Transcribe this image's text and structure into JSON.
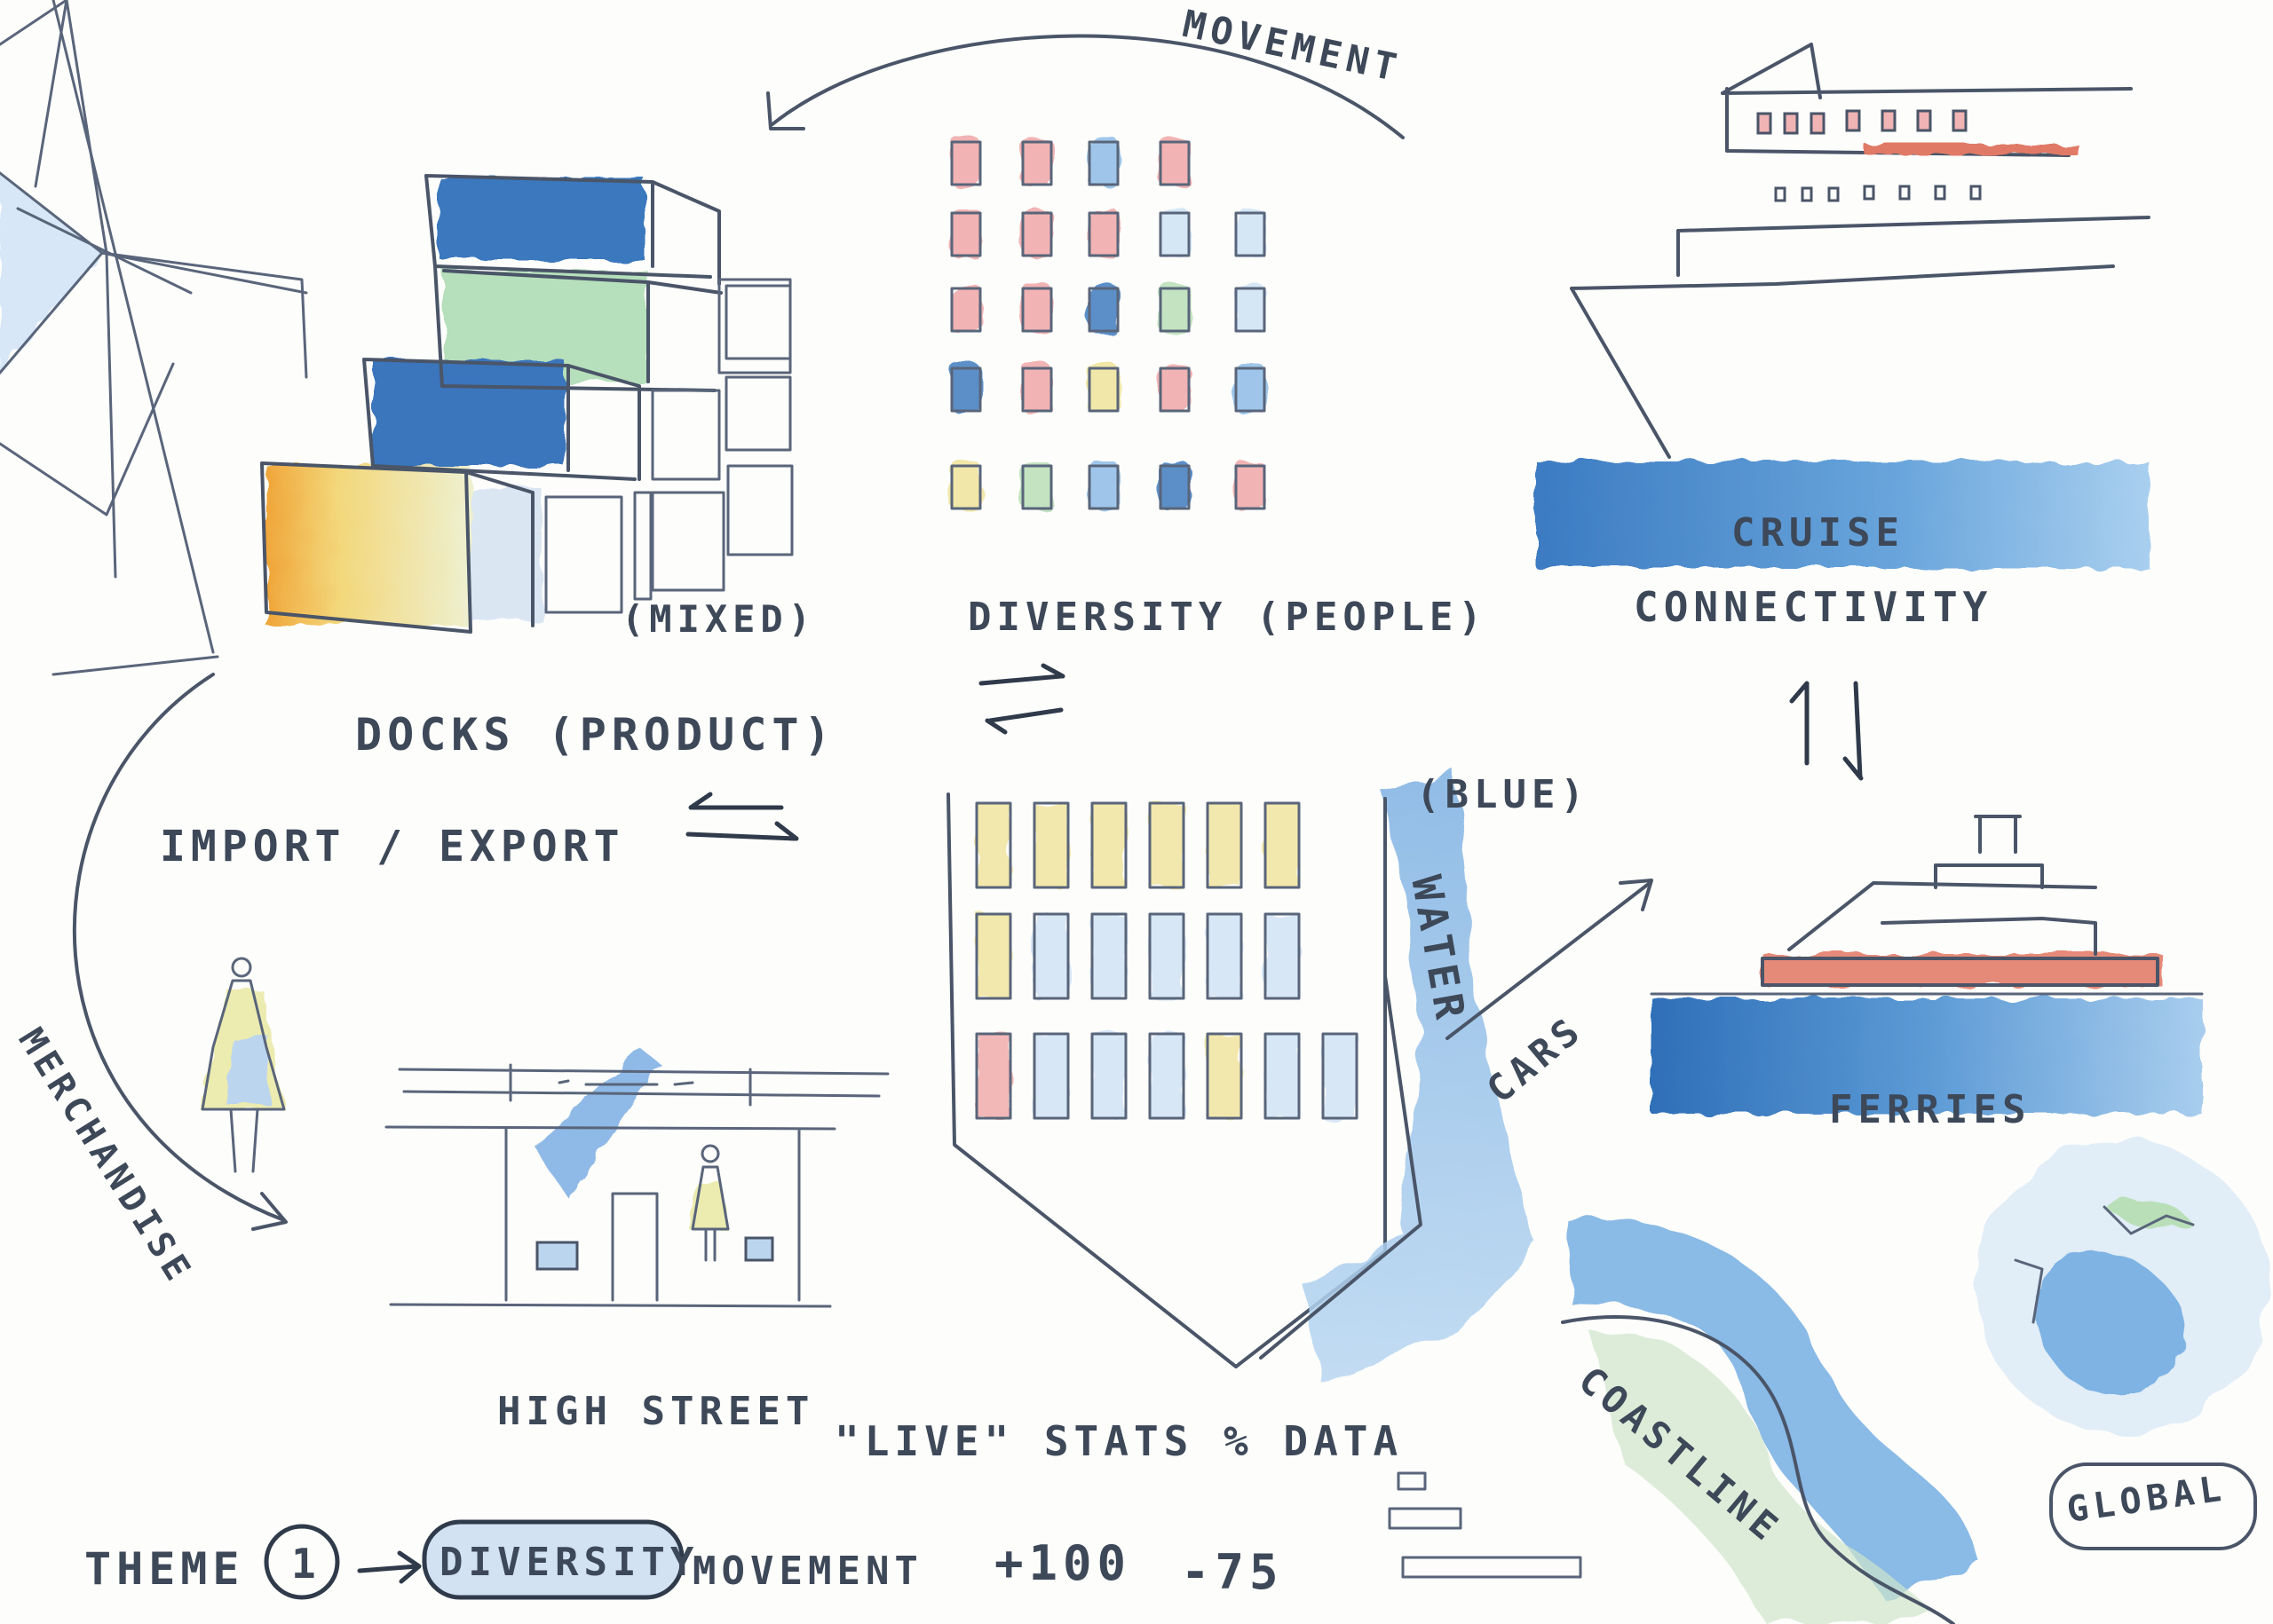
{
  "labels": {
    "movement_top": "MOVEMENT",
    "mixed": "(MIXED)",
    "docks": "DOCKS (PRODUCT)",
    "import_export": "IMPORT / EXPORT",
    "diversity_people": "DIVERSITY (PEOPLE)",
    "cruise": "CRUISE",
    "connectivity": "CONNECTIVITY",
    "blue": "(BLUE)",
    "water": "WATER",
    "cars": "CARS",
    "ferries": "FERRIES",
    "merchandise": "MERCHANDISE",
    "high_street": "HIGH STREET",
    "live_stats": "\"LIVE\" STATS % DATA",
    "coastline": "COASTLINE",
    "global": "GLOBAL",
    "theme": "THEME",
    "theme_number": "1",
    "theme_diversity": "DIVERSITY",
    "theme_movement": "MOVEMENT",
    "stat_plus": "+100",
    "stat_minus": "-75"
  },
  "colors": {
    "pencil": "#4a5568",
    "dark_blue": "#3f7cc0",
    "light_blue": "#8fbde8",
    "pale_blue": "#cfe2f5",
    "green": "#b9dfb8",
    "yellow": "#f0e49a",
    "orange": "#f2b13c",
    "pink": "#f0a7a7",
    "red": "#e07a66"
  }
}
